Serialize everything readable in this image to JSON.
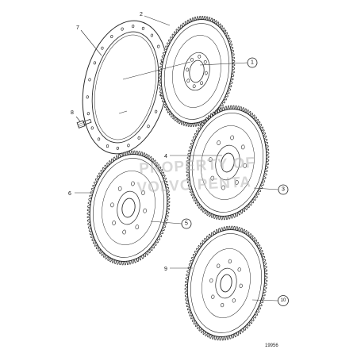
{
  "diagram": {
    "labels": {
      "gasket_plate": "7",
      "flywheel_top": "2",
      "screw": "8",
      "ring_middle": "4",
      "flywheel_left": "6",
      "flywheel_bottom_ring": "9",
      "callout_1": "1",
      "callout_3": "3",
      "callout_5": "5",
      "callout_10": "10"
    },
    "watermark": {
      "line1": "PROPERTY OF",
      "line2": "VOLVO PENTA"
    },
    "reference_number": "19956"
  }
}
